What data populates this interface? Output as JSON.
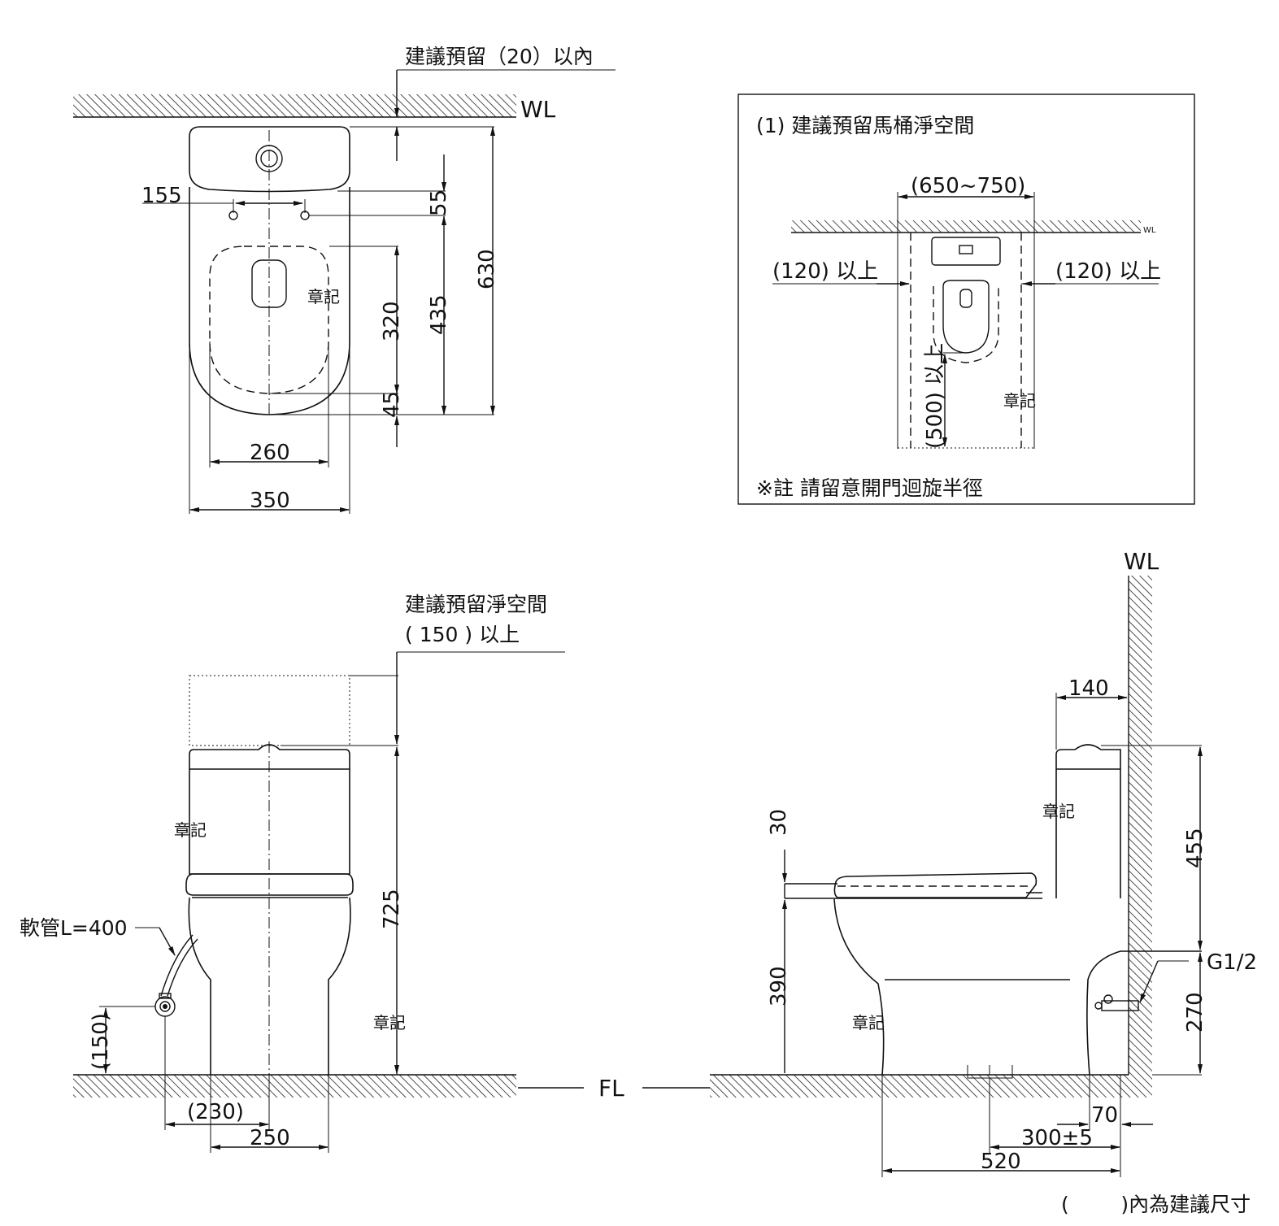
{
  "top_view": {
    "clearance_note": "建議預留（20）以內",
    "wall_label": "WL",
    "dim_bolt_spacing": "155",
    "dim_bolt_offset": "55",
    "dim_outlet_center": "320",
    "dim_outlet_from_wall": "435",
    "dim_total_depth": "630",
    "dim_rim_gap": "45",
    "dim_seat_width": "260",
    "dim_total_width": "350",
    "seal_label": "章記"
  },
  "clearance_box": {
    "title": "(1)  建議預留馬桶淨空間",
    "dim_width_range": "(650~750)",
    "wall_label": "WL",
    "left_clearance": "(120) 以上",
    "right_clearance": "(120) 以上",
    "front_clearance": "(500) 以上",
    "seal_label": "章記",
    "note": "※註 請留意開門迴旋半徑"
  },
  "front_view": {
    "clearance_title": "建議預留淨空間",
    "clearance_value": "( 150 ) 以上",
    "dim_total_height": "725",
    "hose_label": "軟管L=400",
    "dim_valve_height": "(150)",
    "dim_valve_offset": "(230)",
    "dim_base_width": "250",
    "floor_label": "FL",
    "seal_label_tank": "章記",
    "seal_label_right": "章記"
  },
  "side_view": {
    "wall_label": "WL",
    "dim_tank_depth": "140",
    "dim_seat_thickness": "30",
    "dim_seat_height": "390",
    "dim_tank_height": "455",
    "supply_thread": "G1/2",
    "dim_supply_height": "270",
    "dim_rear_offset": "70",
    "dim_rough_in": "300±5",
    "dim_total_length": "520",
    "seal_label_tank": "章記",
    "seal_label_bowl": "章記"
  },
  "footer_note": "(        )內為建議尺寸"
}
